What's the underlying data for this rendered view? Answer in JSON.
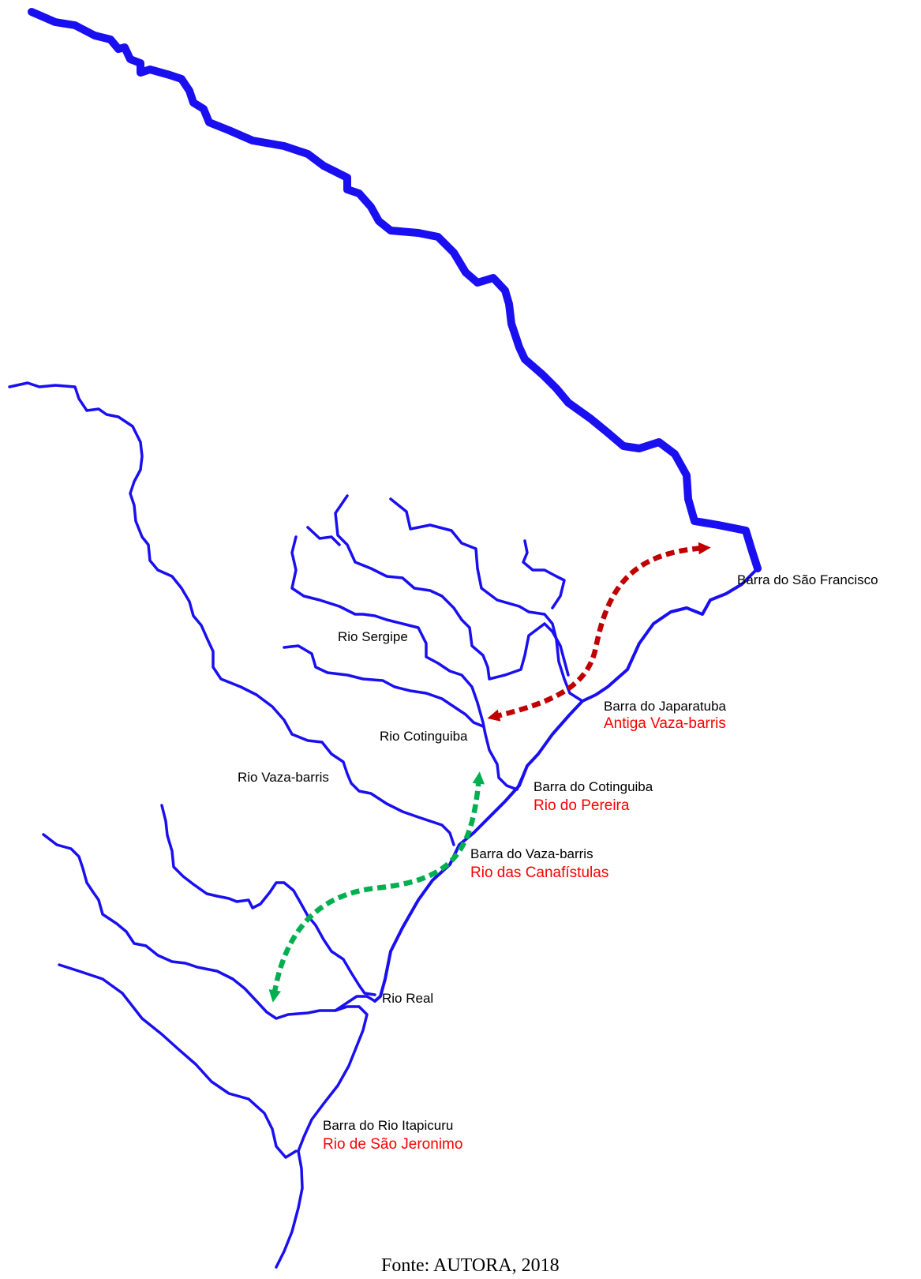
{
  "colors": {
    "river": "#1a0ff0",
    "red_label": "#ff0000",
    "red_arrow": "#c00000",
    "green_arrow": "#00b050"
  },
  "rivers": {
    "sergipe": "Rio Sergipe",
    "cotinguiba": "Rio Cotinguiba",
    "vaza_barris": "Rio Vaza-barris",
    "real": "Rio Real"
  },
  "mouths": {
    "sao_francisco": {
      "name": "Barra do São Francisco"
    },
    "japaratuba": {
      "name": "Barra do Japaratuba",
      "old_name": "Antiga Vaza-barris"
    },
    "cotinguiba": {
      "name": "Barra do Cotinguiba",
      "old_name": "Rio do Pereira"
    },
    "vaza_barris": {
      "name": "Barra do Vaza-barris",
      "old_name": "Rio das Canafístulas"
    },
    "itapicuru": {
      "name": "Barra do Rio Itapicuru",
      "old_name": "Rio de São Jeronimo"
    }
  },
  "caption": "Fonte: AUTORA, 2018"
}
